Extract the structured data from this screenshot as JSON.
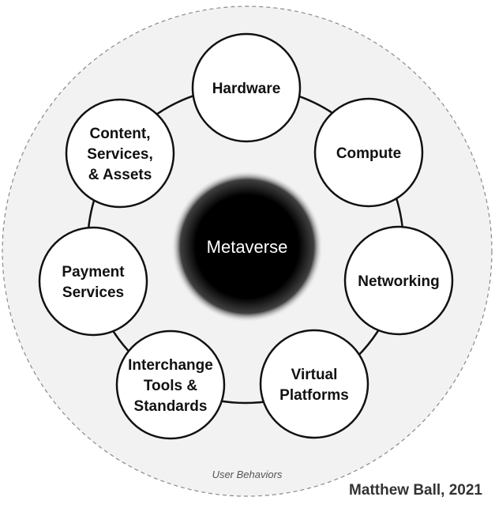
{
  "diagram": {
    "center_label": "Metaverse",
    "outer_label": "User Behaviors",
    "nodes": [
      {
        "id": "hardware",
        "lines": [
          "Hardware"
        ]
      },
      {
        "id": "compute",
        "lines": [
          "Compute"
        ]
      },
      {
        "id": "networking",
        "lines": [
          "Networking"
        ]
      },
      {
        "id": "virtual-platforms",
        "lines": [
          "Virtual",
          "Platforms"
        ]
      },
      {
        "id": "interchange-tools-standards",
        "lines": [
          "Interchange",
          "Tools &",
          "Standards"
        ]
      },
      {
        "id": "payment-services",
        "lines": [
          "Payment",
          "Services"
        ]
      },
      {
        "id": "content-services-assets",
        "lines": [
          "Content,",
          "Services,",
          "& Assets"
        ]
      }
    ]
  },
  "credit": "Matthew Ball, 2021",
  "colors": {
    "background": "#f2f2f2",
    "node_fill": "#ffffff",
    "stroke": "#111111",
    "center": "#000000",
    "dashed": "#8a8a8a"
  }
}
